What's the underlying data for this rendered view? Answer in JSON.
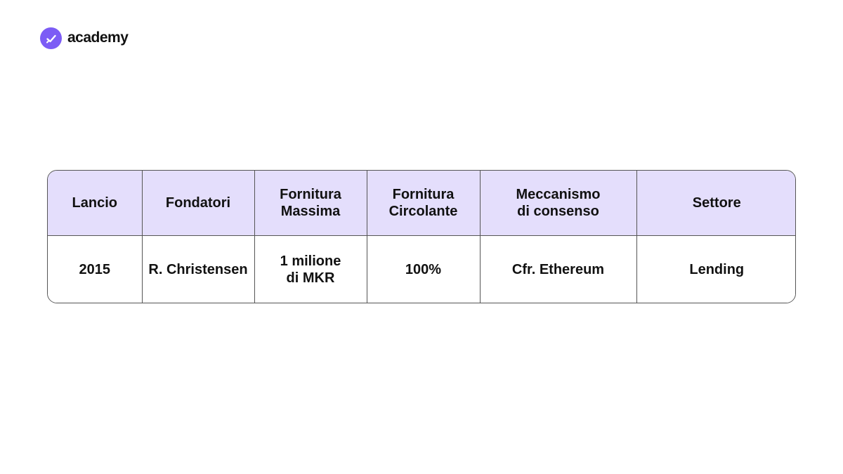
{
  "brand": {
    "name": "academy",
    "icon": "check-badge-icon",
    "color": "#7c5cf5"
  },
  "table": {
    "header_bg": "#e4defc",
    "columns": [
      "Lancio",
      "Fondatori",
      "Fornitura\nMassima",
      "Fornitura\nCircolante",
      "Meccanismo\ndi consenso",
      "Settore"
    ],
    "rows": [
      [
        "2015",
        "R. Christensen",
        "1 milione\ndi MKR",
        "100%",
        "Cfr. Ethereum",
        "Lending"
      ]
    ]
  }
}
